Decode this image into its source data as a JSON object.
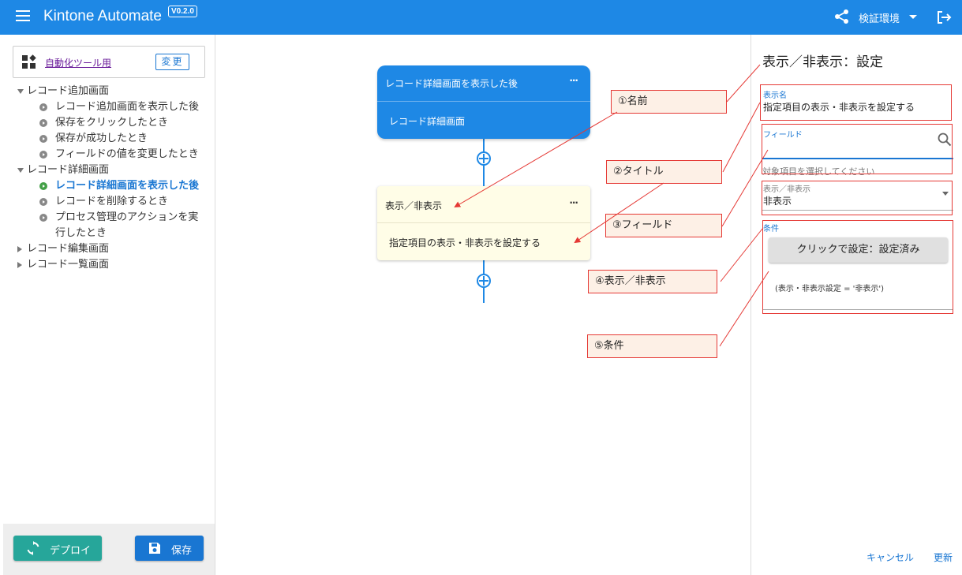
{
  "header": {
    "title": "Kintone Automate",
    "version": "V0.2.0",
    "environment": "検証環境",
    "menu_icon": "menu-icon",
    "share_icon": "share-icon",
    "logout_icon": "logout-icon",
    "color": "#1e88e5"
  },
  "sidebar": {
    "tool_link": "自動化ツール用",
    "change_button": "変更",
    "tree": [
      {
        "label": "レコード追加画面",
        "expanded": true,
        "items": [
          "レコード追加画面を表示した後",
          "保存をクリックしたとき",
          "保存が成功したとき",
          "フィールドの値を変更したとき"
        ]
      },
      {
        "label": "レコード詳細画面",
        "expanded": true,
        "items": [
          "レコード詳細画面を表示した後",
          "レコードを削除するとき",
          "プロセス管理のアクションを実行したとき"
        ],
        "active_item": "レコード詳細画面を表示した後"
      },
      {
        "label": "レコード編集画面",
        "expanded": false,
        "items": []
      },
      {
        "label": "レコード一覧画面",
        "expanded": false,
        "items": []
      }
    ],
    "deploy_button": "デプロイ",
    "save_button": "保存"
  },
  "canvas": {
    "trigger_card": {
      "title": "レコード詳細画面を表示した後",
      "subtitle": "レコード詳細画面",
      "menu": "···"
    },
    "action_card": {
      "title": "表示／非表示",
      "subtitle": "指定項目の表示・非表示を設定する",
      "menu": "···"
    }
  },
  "panel": {
    "title": "表示／非表示：設定",
    "name_label": "表示名",
    "name_value": "指定項目の表示・非表示を設定する",
    "field_label": "フィールド",
    "field_hint": "対象項目を選択してください",
    "visibility_label": "表示／非表示",
    "visibility_value": "非表示",
    "condition_label": "条件",
    "condition_button": "クリックで設定：設定済み",
    "condition_text": "(表示・非表示設定 = '非表示')",
    "cancel": "キャンセル",
    "update": "更新"
  },
  "annotations": {
    "a1": "①名前",
    "a2": "②タイトル",
    "a3": "③フィールド",
    "a4": "④表示／非表示",
    "a5": "⑤条件"
  }
}
